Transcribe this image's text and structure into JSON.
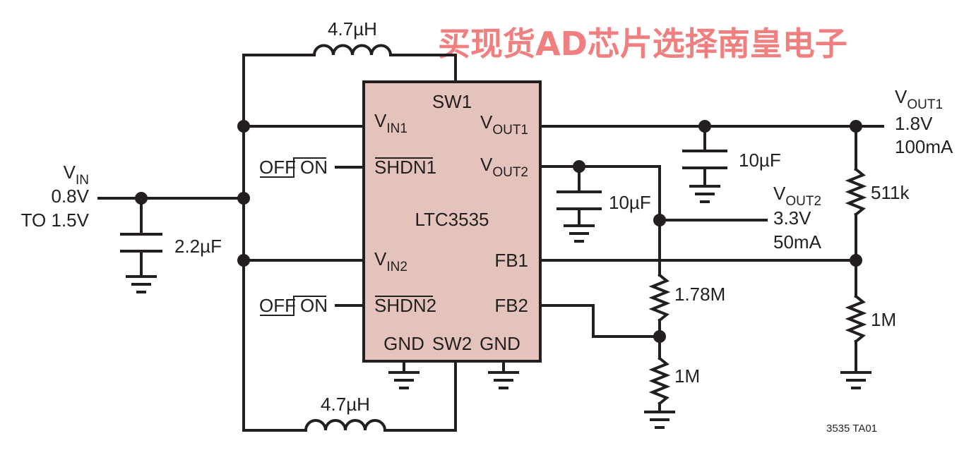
{
  "watermark": "买现货AD芯片选择南皇电子",
  "figure_id": "3535 TA01",
  "chip": {
    "name": "LTC3535",
    "fill_color": "#e4c3bc",
    "pins": {
      "sw1": "SW1",
      "vin1_main": "V",
      "vin1_sub": "IN1",
      "shdn1": "SHDN1",
      "vin2_main": "V",
      "vin2_sub": "IN2",
      "shdn2": "SHDN2",
      "gnd_left": "GND",
      "sw2": "SW2",
      "gnd_right": "GND",
      "vout1_main": "V",
      "vout1_sub": "OUT1",
      "vout2_main": "V",
      "vout2_sub": "OUT2",
      "fb1": "FB1",
      "fb2": "FB2"
    }
  },
  "input": {
    "label_main": "V",
    "label_sub": "IN",
    "voltage": "0.8V",
    "range": "TO 1.5V",
    "cap": "2.2µF"
  },
  "shutdown_controls": {
    "off1": "OFF",
    "on1": "ON",
    "off2": "OFF",
    "on2": "ON"
  },
  "inductors": {
    "top": "4.7µH",
    "bottom": "4.7µH"
  },
  "output1": {
    "label_main": "V",
    "label_sub": "OUT1",
    "voltage": "1.8V",
    "current": "100mA",
    "cap": "10µF",
    "r_top": "511k",
    "r_bottom": "1M"
  },
  "output2": {
    "label_main": "V",
    "label_sub": "OUT2",
    "voltage": "3.3V",
    "current": "50mA",
    "cap": "10µF",
    "r_top": "1.78M",
    "r_bottom": "1M"
  }
}
